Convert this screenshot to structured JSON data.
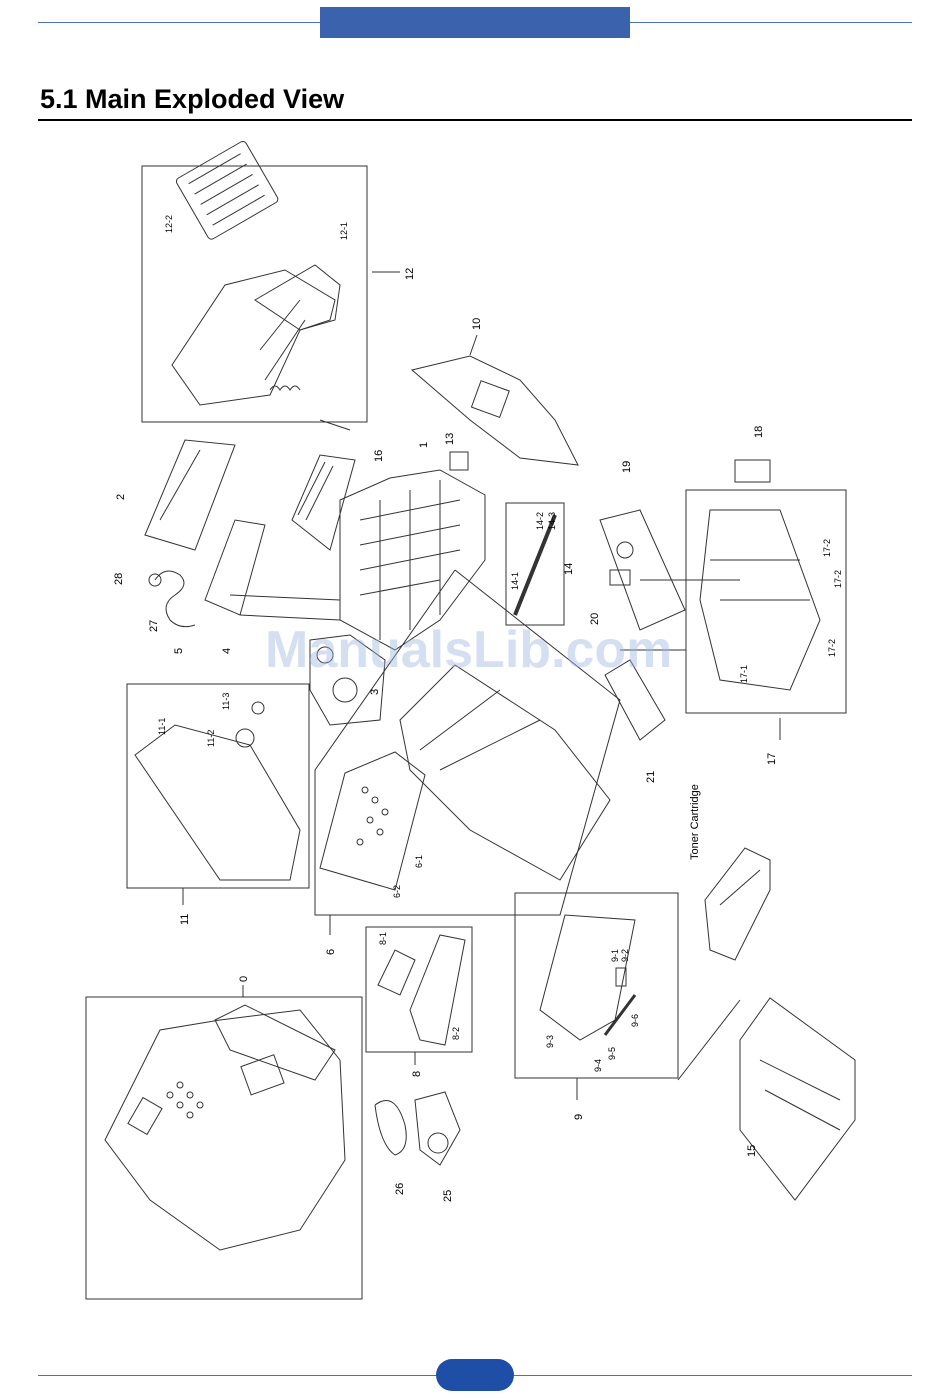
{
  "header": {
    "title": "5.1 Main Exploded View",
    "accent_color": "#3b63ad"
  },
  "diagram": {
    "labels": [
      "12-2",
      "12-1",
      "12",
      "10",
      "13",
      "1",
      "16",
      "2",
      "28",
      "27",
      "5",
      "4",
      "18",
      "19",
      "17-2",
      "17-2",
      "17-2",
      "14-2",
      "14-3",
      "14-1",
      "14",
      "20",
      "17-1",
      "17",
      "21",
      "3",
      "11-3",
      "11-2",
      "11-1",
      "11",
      "6-1",
      "6-2",
      "6",
      "Toner Cartridge",
      "8-1",
      "8-2",
      "8",
      "9-1",
      "9-2",
      "9-3",
      "9-4",
      "9-5",
      "9-6",
      "9",
      "0",
      "26",
      "25",
      "15"
    ]
  },
  "watermark": "ManualsLib.com",
  "footer": {
    "accent_color": "#1f4ea6"
  }
}
